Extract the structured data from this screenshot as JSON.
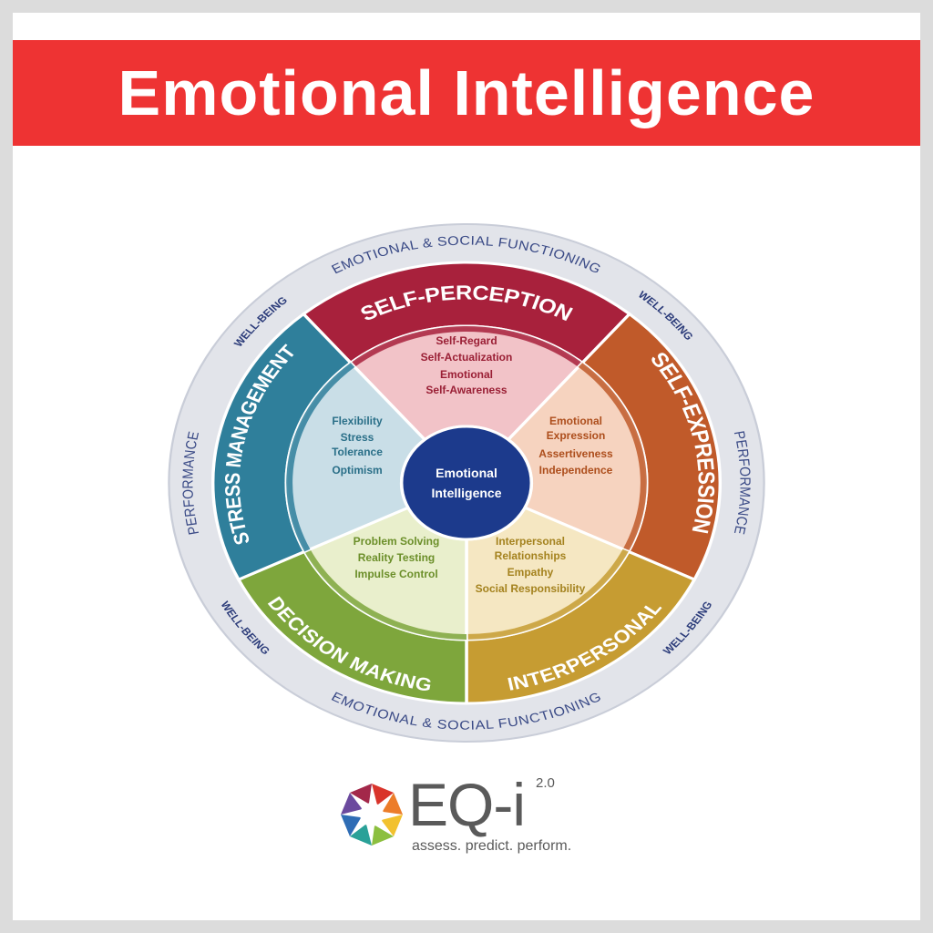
{
  "title": "Emotional Intelligence",
  "center": {
    "lines": [
      "Emotional",
      "Intelligence"
    ],
    "color": "#1c3a8c"
  },
  "ring": {
    "color": "#e2e4ea",
    "text_color": "#3a4a86",
    "functioning": "EMOTIONAL & SOCIAL FUNCTIONING",
    "performance": "PERFORMANCE",
    "well_being": "WELL-BEING"
  },
  "sectors": [
    {
      "label": [
        "SELF-PERCEPTION"
      ],
      "items": [
        "Self-Regard",
        "Self-Actualization",
        "Emotional",
        "Self-Awareness"
      ],
      "color": "#a8213c",
      "light": "#f2c3c8",
      "text_color": "#9a1f35"
    },
    {
      "label": [
        "SELF-EXPRESSION"
      ],
      "items": [
        "Emotional Expression",
        "Assertiveness",
        "Independence"
      ],
      "color": "#c05a2a",
      "light": "#f6d3bf",
      "text_color": "#ad4e1c"
    },
    {
      "label": [
        "INTERPERSONAL"
      ],
      "items": [
        "Interpersonal Relationships",
        "Empathy",
        "Social Responsibility"
      ],
      "color": "#c69c32",
      "light": "#f5e7c2",
      "text_color": "#a4821e"
    },
    {
      "label": [
        "DECISION",
        "MAKING"
      ],
      "items": [
        "Problem Solving",
        "Reality Testing",
        "Impulse Control"
      ],
      "color": "#7ea63c",
      "light": "#e9efcc",
      "text_color": "#6c8f2a"
    },
    {
      "label": [
        "STRESS",
        "MANAGEMENT"
      ],
      "items": [
        "Flexibility",
        "Stress Tolerance",
        "Optimism"
      ],
      "color": "#2f7f9b",
      "light": "#c9dee7",
      "text_color": "#2a6f88"
    }
  ],
  "logo": {
    "name": "EQ-i",
    "version": "2.0",
    "tagline": "assess. predict. perform.",
    "colors": [
      "#d9342b",
      "#ec7d2a",
      "#f2c12e",
      "#8cbf3f",
      "#2aa198",
      "#2f6db5",
      "#6b4a9e",
      "#a3284a"
    ]
  }
}
